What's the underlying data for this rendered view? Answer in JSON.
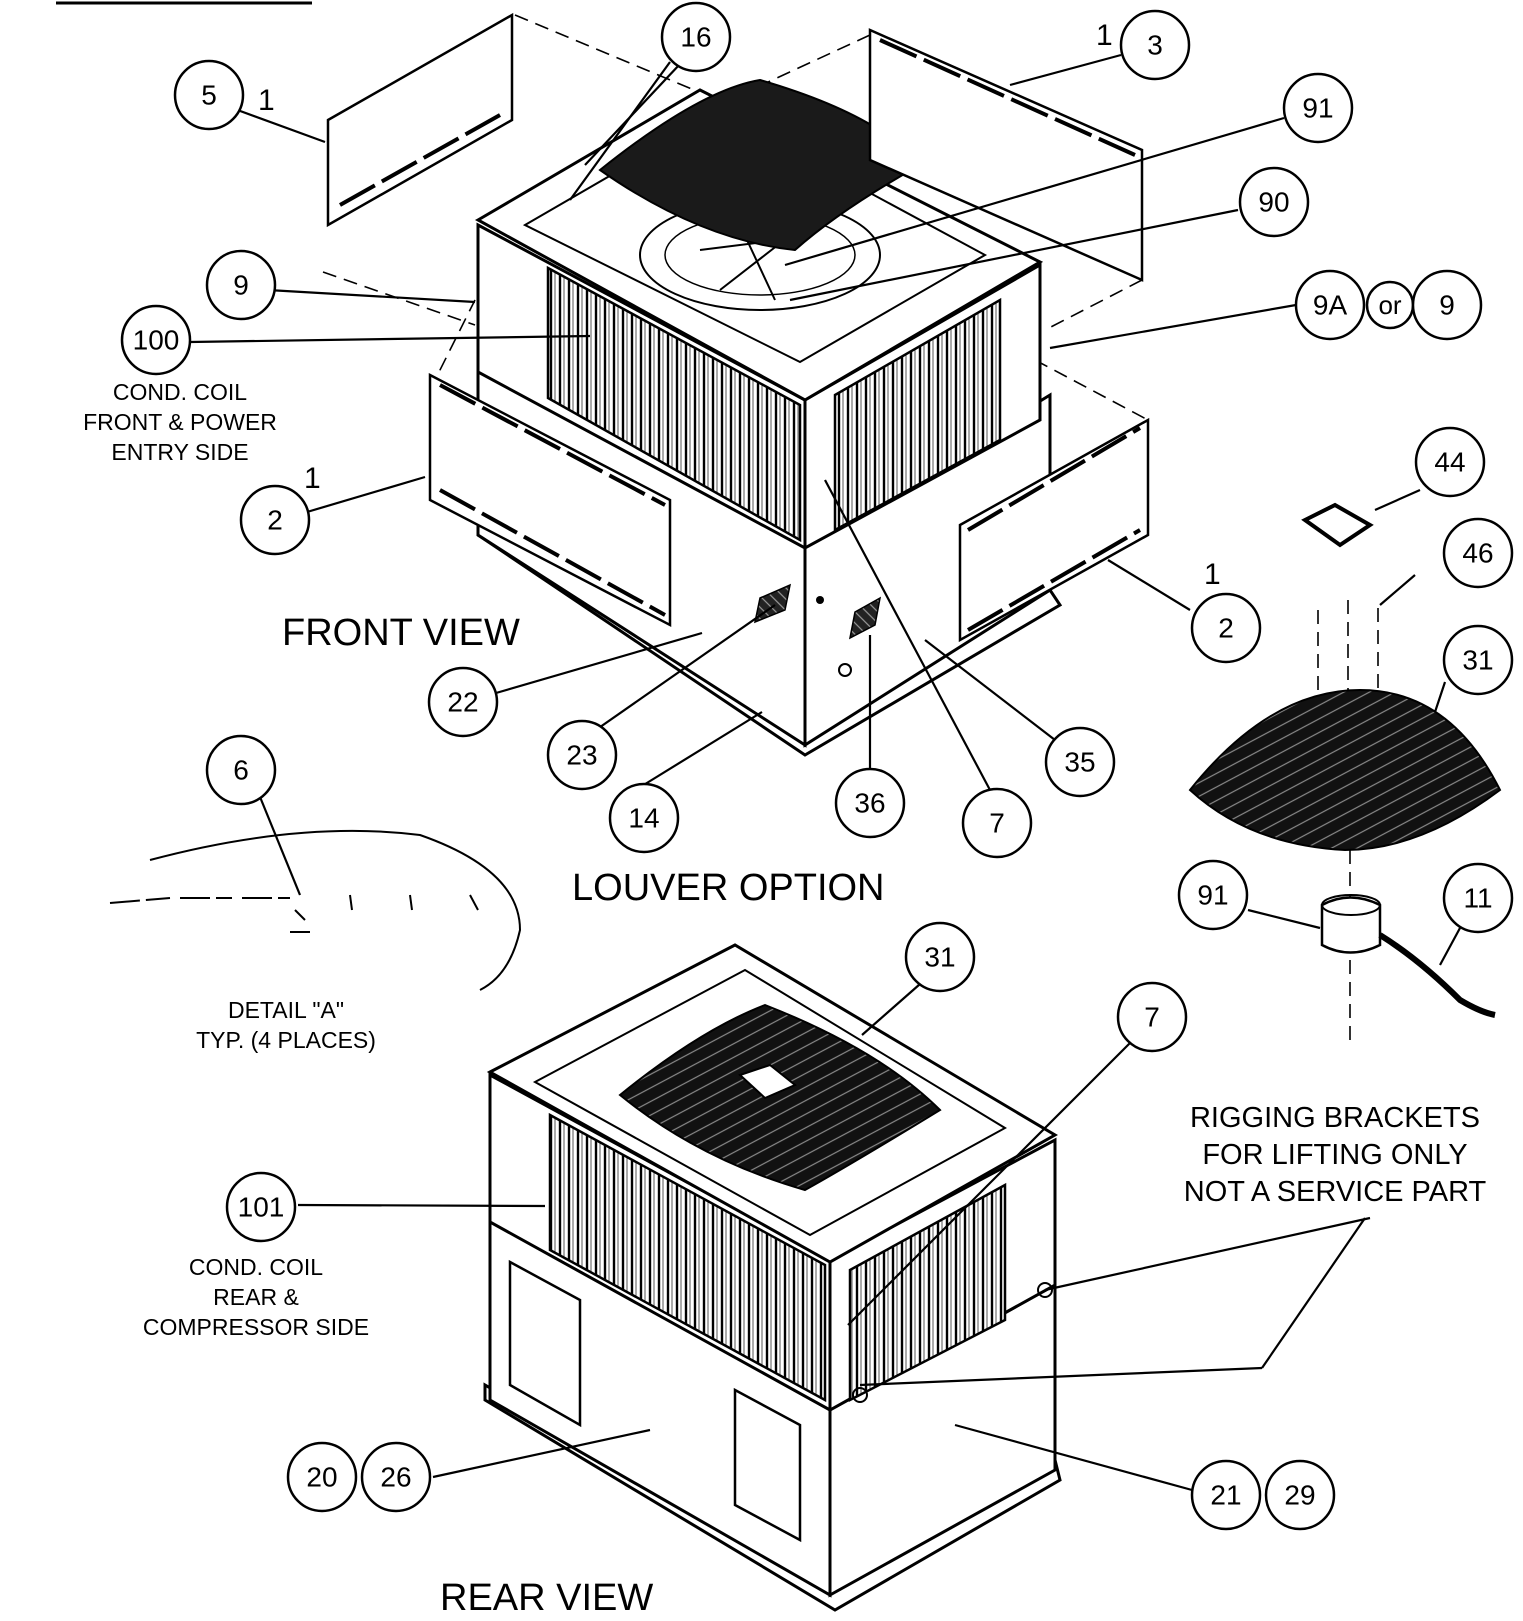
{
  "diagram": {
    "callouts": {
      "c16": "16",
      "c3": "3",
      "c5": "5",
      "c91a": "91",
      "c90": "90",
      "c9a": "9",
      "c9A": "9A",
      "c_or": "or",
      "c9b": "9",
      "c100": "100",
      "c2a": "2",
      "c2b": "2",
      "c44": "44",
      "c46": "46",
      "c31a": "31",
      "c22": "22",
      "c23": "23",
      "c35": "35",
      "c14": "14",
      "c36": "36",
      "c7a": "7",
      "c6": "6",
      "c91b": "91",
      "c11": "11",
      "c31b": "31",
      "c7b": "7",
      "c101": "101",
      "c20": "20",
      "c26": "26",
      "c21": "21",
      "c29": "29"
    },
    "captions": {
      "front_view": "FRONT VIEW",
      "louver_option": "LOUVER OPTION",
      "rear_view": "REAR VIEW",
      "cond_coil_front": [
        "COND. COIL",
        "FRONT & POWER",
        "ENTRY SIDE"
      ],
      "cond_coil_rear": [
        "COND. COIL",
        "REAR &",
        "COMPRESSOR SIDE"
      ],
      "detail_a": [
        "DETAIL \"A\"",
        "TYP. (4 PLACES)"
      ],
      "rigging": [
        "RIGGING BRACKETS",
        "FOR LIFTING ONLY",
        "NOT A SERVICE PART"
      ]
    },
    "handwritten_marks": [
      "1",
      "1",
      "1",
      "1"
    ]
  }
}
